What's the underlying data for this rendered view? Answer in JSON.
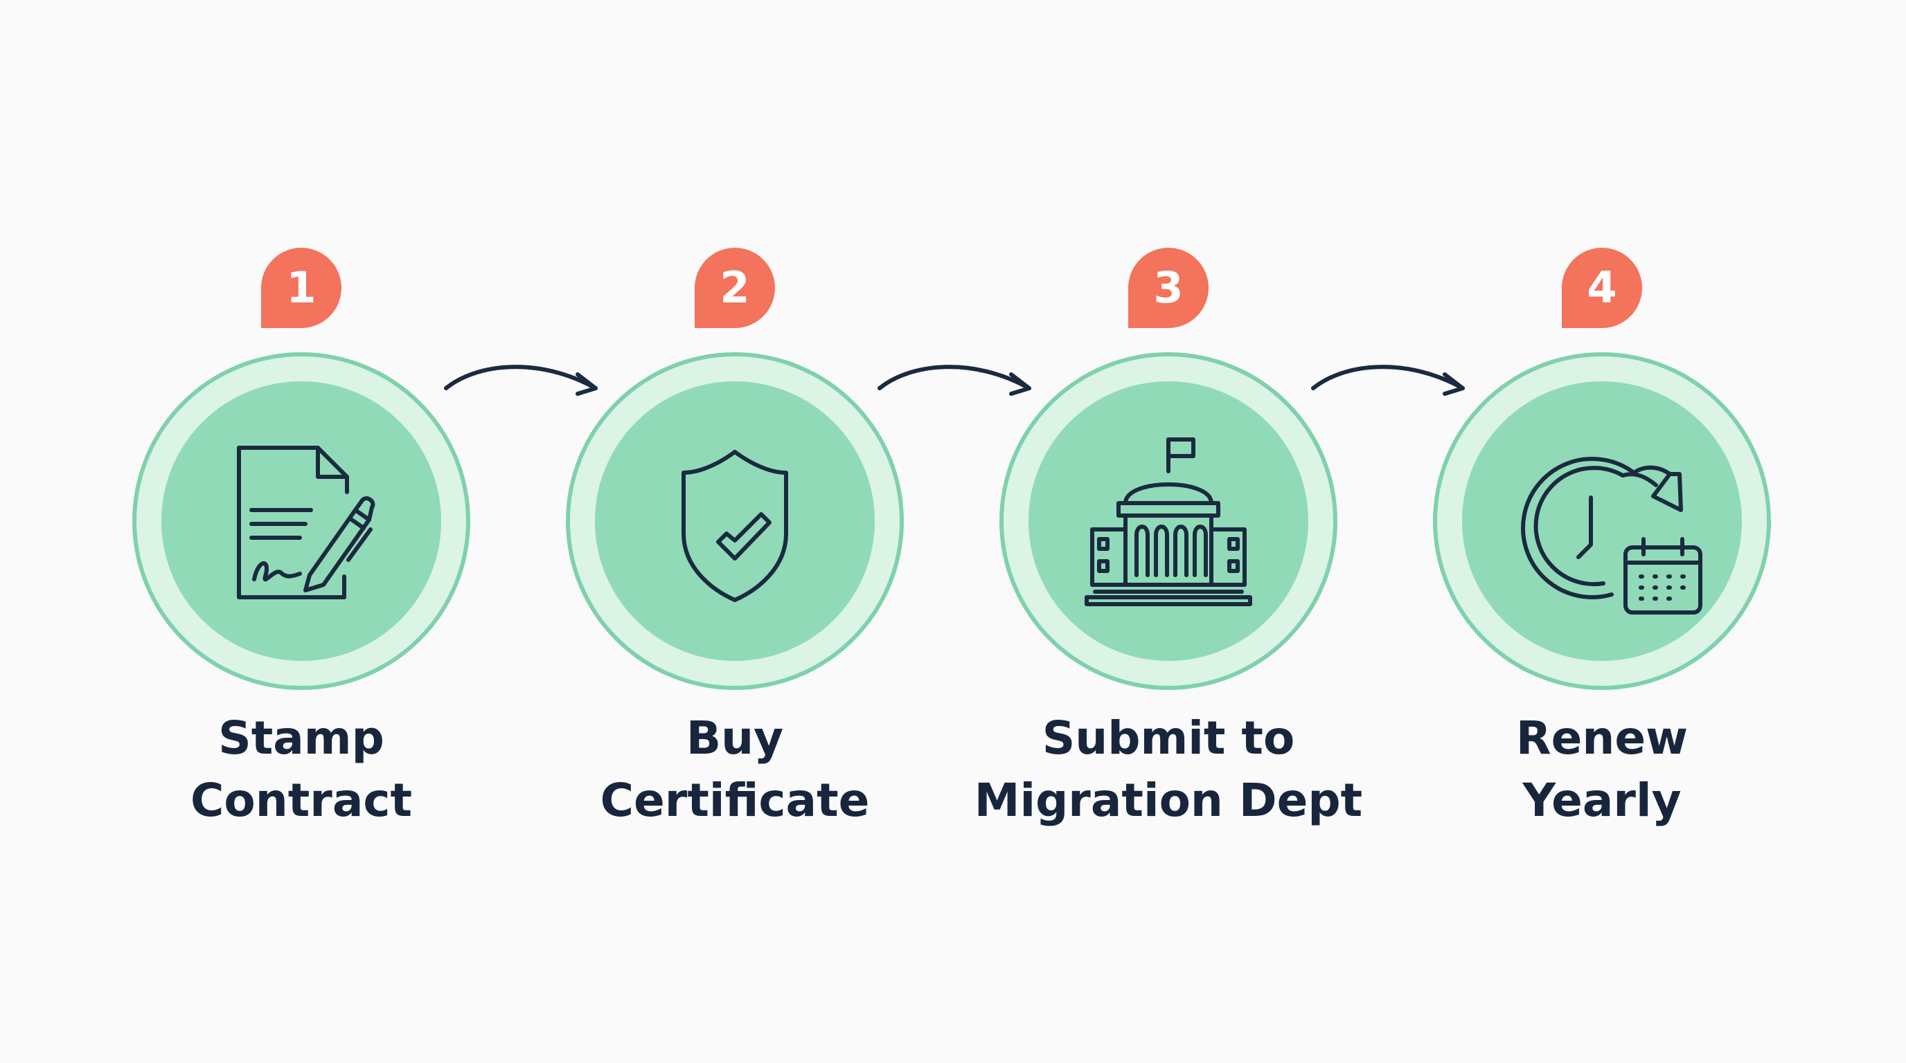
{
  "colors": {
    "badge": "#f3735d",
    "circle_fill": "#90dab8",
    "circle_ring": "#dbf4e6",
    "circle_outline": "#7fd1ad",
    "text": "#18263d",
    "icon_stroke": "#1b2a3f"
  },
  "steps": [
    {
      "number": "1",
      "label_line1": "Stamp",
      "label_line2": "Contract",
      "icon": "signed-contract-icon"
    },
    {
      "number": "2",
      "label_line1": "Buy",
      "label_line2": "Certificate",
      "icon": "shield-check-icon"
    },
    {
      "number": "3",
      "label_line1": "Submit to",
      "label_line2": "Migration Dept",
      "icon": "government-building-icon"
    },
    {
      "number": "4",
      "label_line1": "Renew",
      "label_line2": "Yearly",
      "icon": "clock-calendar-renew-icon"
    }
  ]
}
